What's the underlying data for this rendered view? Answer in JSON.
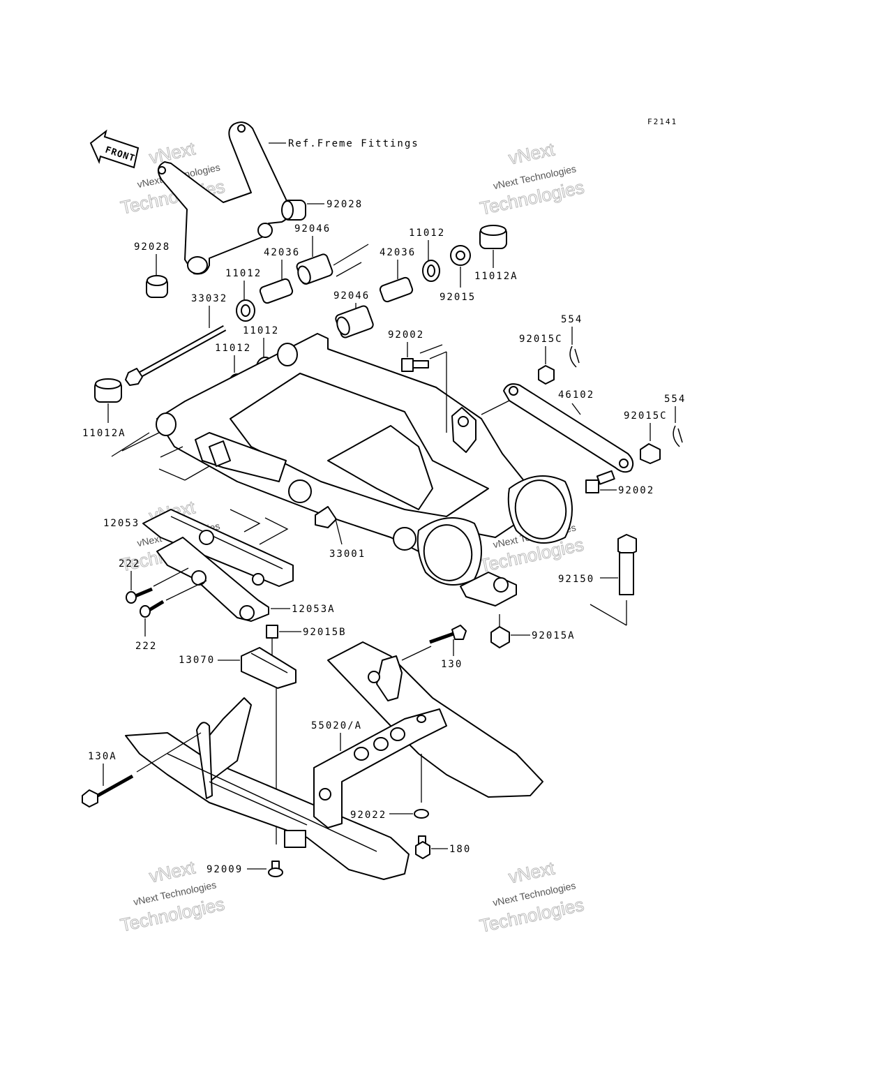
{
  "diagram": {
    "code": "F2141",
    "front_label": "FRONT",
    "frame_ref": "Ref.Freme Fittings",
    "watermark": {
      "small": "vNext Technologies",
      "large_1": "vNext",
      "large_2": "Technologies"
    },
    "parts": {
      "p92028_a": "92028",
      "p92028_b": "92028",
      "p92046_a": "92046",
      "p92046_b": "92046",
      "p42036_a": "42036",
      "p42036_b": "42036",
      "p11012_a": "11012",
      "p11012_b": "11012",
      "p11012_c": "11012",
      "p11012_d": "11012",
      "p11012A_a": "11012A",
      "p11012A_b": "11012A",
      "p92015": "92015",
      "p33032": "33032",
      "p92002_a": "92002",
      "p92002_b": "92002",
      "p92015C_a": "92015C",
      "p92015C_b": "92015C",
      "p554_a": "554",
      "p554_b": "554",
      "p46102": "46102",
      "p12053": "12053",
      "p222_a": "222",
      "p222_b": "222",
      "p12053A": "12053A",
      "p33001": "33001",
      "p92150": "92150",
      "p92015A": "92015A",
      "p92015B": "92015B",
      "p13070": "13070",
      "p130": "130",
      "p55020A": "55020/A",
      "p130A": "130A",
      "p92022": "92022",
      "p180": "180",
      "p92009": "92009"
    }
  }
}
